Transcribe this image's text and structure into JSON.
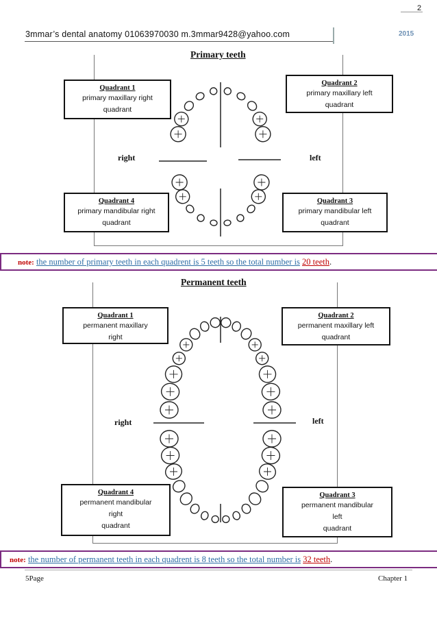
{
  "page_number_top": "2",
  "header": {
    "text": "3mmar’s  dental  anatomy  01063970030    m.3mmar9428@yahoo.com",
    "year": "2015"
  },
  "primary": {
    "title": "Primary teeth",
    "q1": {
      "title": "Quadrant 1",
      "line1": "primary maxillary right",
      "line2": "quadrant"
    },
    "q2": {
      "title": "Quadrant 2",
      "line1": "primary maxillary left",
      "line2": "quadrant"
    },
    "q3": {
      "title": "Quadrant 3",
      "line1": "primary mandibular left",
      "line2": "quadrant"
    },
    "q4": {
      "title": "Quadrant 4",
      "line1": "primary mandibular right",
      "line2": "quadrant"
    },
    "right": "right",
    "left": "left"
  },
  "note1": {
    "label": "note:",
    "text": "the number of primary teeth in each quadrent is 5 teeth so the total number is",
    "number": "20 teeth",
    "end": "."
  },
  "permanent": {
    "title": "Permanent teeth",
    "q1": {
      "title": "Quadrant 1",
      "line1": "permanent maxillary",
      "line2": "right"
    },
    "q2": {
      "title": "Quadrant 2",
      "line1": "permanent maxillary left",
      "line2": "quadrant"
    },
    "q3": {
      "title": "Quadrant 3",
      "line1": "permanent mandibular",
      "line2": "left",
      "line3": "quadrant"
    },
    "q4": {
      "title": "Quadrant 4",
      "line1": "permanent mandibular",
      "line2": "right",
      "line3": "quadrant"
    },
    "right": "right",
    "left": "left"
  },
  "note2": {
    "label": "note:",
    "text": "the number of permanent teeth in each quadrent is 8 teeth so the total number is",
    "number": "32  teeth",
    "end": "."
  },
  "footer": {
    "page": "5Page",
    "chapter": "Chapter 1"
  }
}
